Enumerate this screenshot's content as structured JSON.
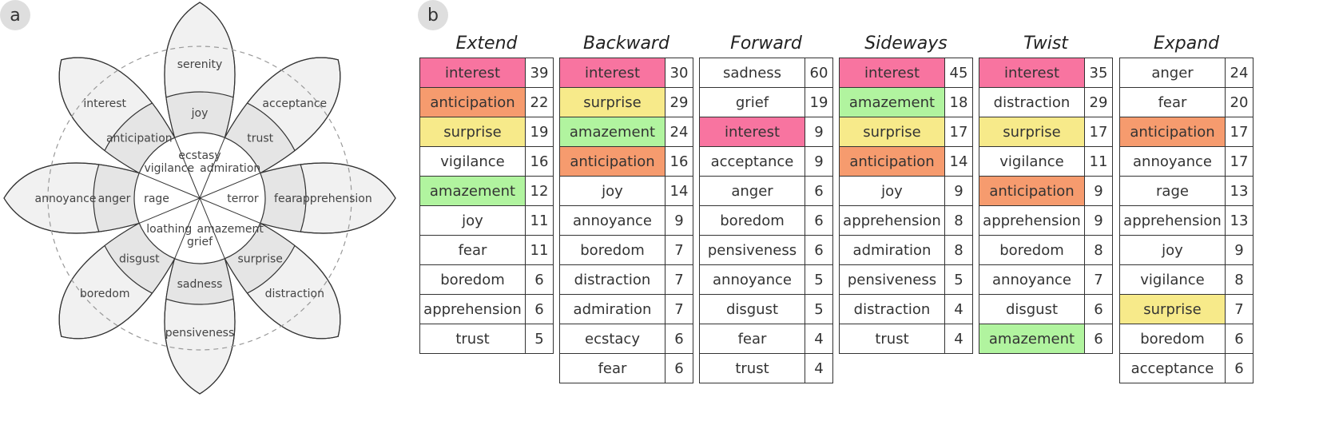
{
  "panel_a_label": "a",
  "panel_b_label": "b",
  "colors": {
    "interest": "#f874a0",
    "anticipation": "#f69b6e",
    "surprise": "#f7ea8a",
    "amazement": "#b1f49f",
    "petal_outer": "#f1f1f1",
    "petal_inner": "#e5e5e5",
    "stroke": "#333333",
    "dashed": "#999999"
  },
  "wheel": {
    "petals": [
      {
        "outer": "serenity",
        "middle": "joy",
        "inner": "ecstasy"
      },
      {
        "outer": "acceptance",
        "middle": "trust",
        "inner": "admiration"
      },
      {
        "outer": "apprehension",
        "middle": "fear",
        "inner": "terror"
      },
      {
        "outer": "distraction",
        "middle": "surprise",
        "inner": "amazement"
      },
      {
        "outer": "pensiveness",
        "middle": "sadness",
        "inner": "grief"
      },
      {
        "outer": "boredom",
        "middle": "disgust",
        "inner": "loathing"
      },
      {
        "outer": "annoyance",
        "middle": "anger",
        "inner": "rage"
      },
      {
        "outer": "interest",
        "middle": "anticipation",
        "inner": "vigilance"
      }
    ]
  },
  "tables": [
    {
      "title": "Extend",
      "rows": [
        {
          "word": "interest",
          "count": "39",
          "hl": "interest"
        },
        {
          "word": "anticipation",
          "count": "22",
          "hl": "anticipation"
        },
        {
          "word": "surprise",
          "count": "19",
          "hl": "surprise"
        },
        {
          "word": "vigilance",
          "count": "16",
          "hl": ""
        },
        {
          "word": "amazement",
          "count": "12",
          "hl": "amazement"
        },
        {
          "word": "joy",
          "count": "11",
          "hl": ""
        },
        {
          "word": "fear",
          "count": "11",
          "hl": ""
        },
        {
          "word": "boredom",
          "count": "6",
          "hl": ""
        },
        {
          "word": "apprehension",
          "count": "6",
          "hl": ""
        },
        {
          "word": "trust",
          "count": "5",
          "hl": ""
        }
      ]
    },
    {
      "title": "Backward",
      "rows": [
        {
          "word": "interest",
          "count": "30",
          "hl": "interest"
        },
        {
          "word": "surprise",
          "count": "29",
          "hl": "surprise"
        },
        {
          "word": "amazement",
          "count": "24",
          "hl": "amazement"
        },
        {
          "word": "anticipation",
          "count": "16",
          "hl": "anticipation"
        },
        {
          "word": "joy",
          "count": "14",
          "hl": ""
        },
        {
          "word": "annoyance",
          "count": "9",
          "hl": ""
        },
        {
          "word": "boredom",
          "count": "7",
          "hl": ""
        },
        {
          "word": "distraction",
          "count": "7",
          "hl": ""
        },
        {
          "word": "admiration",
          "count": "7",
          "hl": ""
        },
        {
          "word": "ecstacy",
          "count": "6",
          "hl": ""
        },
        {
          "word": "fear",
          "count": "6",
          "hl": ""
        }
      ]
    },
    {
      "title": "Forward",
      "rows": [
        {
          "word": "sadness",
          "count": "60",
          "hl": ""
        },
        {
          "word": "grief",
          "count": "19",
          "hl": ""
        },
        {
          "word": "interest",
          "count": "9",
          "hl": "interest"
        },
        {
          "word": "acceptance",
          "count": "9",
          "hl": ""
        },
        {
          "word": "anger",
          "count": "6",
          "hl": ""
        },
        {
          "word": "boredom",
          "count": "6",
          "hl": ""
        },
        {
          "word": "pensiveness",
          "count": "6",
          "hl": ""
        },
        {
          "word": "annoyance",
          "count": "5",
          "hl": ""
        },
        {
          "word": "disgust",
          "count": "5",
          "hl": ""
        },
        {
          "word": "fear",
          "count": "4",
          "hl": ""
        },
        {
          "word": "trust",
          "count": "4",
          "hl": ""
        }
      ]
    },
    {
      "title": "Sideways",
      "rows": [
        {
          "word": "interest",
          "count": "45",
          "hl": "interest"
        },
        {
          "word": "amazement",
          "count": "18",
          "hl": "amazement"
        },
        {
          "word": "surprise",
          "count": "17",
          "hl": "surprise"
        },
        {
          "word": "anticipation",
          "count": "14",
          "hl": "anticipation"
        },
        {
          "word": "joy",
          "count": "9",
          "hl": ""
        },
        {
          "word": "apprehension",
          "count": "8",
          "hl": ""
        },
        {
          "word": "admiration",
          "count": "8",
          "hl": ""
        },
        {
          "word": "pensiveness",
          "count": "5",
          "hl": ""
        },
        {
          "word": "distraction",
          "count": "4",
          "hl": ""
        },
        {
          "word": "trust",
          "count": "4",
          "hl": ""
        }
      ]
    },
    {
      "title": "Twist",
      "rows": [
        {
          "word": "interest",
          "count": "35",
          "hl": "interest"
        },
        {
          "word": "distraction",
          "count": "29",
          "hl": ""
        },
        {
          "word": "surprise",
          "count": "17",
          "hl": "surprise"
        },
        {
          "word": "vigilance",
          "count": "11",
          "hl": ""
        },
        {
          "word": "anticipation",
          "count": "9",
          "hl": "anticipation"
        },
        {
          "word": "apprehension",
          "count": "9",
          "hl": ""
        },
        {
          "word": "boredom",
          "count": "8",
          "hl": ""
        },
        {
          "word": "annoyance",
          "count": "7",
          "hl": ""
        },
        {
          "word": "disgust",
          "count": "6",
          "hl": ""
        },
        {
          "word": "amazement",
          "count": "6",
          "hl": "amazement"
        }
      ]
    },
    {
      "title": "Expand",
      "rows": [
        {
          "word": "anger",
          "count": "24",
          "hl": ""
        },
        {
          "word": "fear",
          "count": "20",
          "hl": ""
        },
        {
          "word": "anticipation",
          "count": "17",
          "hl": "anticipation"
        },
        {
          "word": "annoyance",
          "count": "17",
          "hl": ""
        },
        {
          "word": "rage",
          "count": "13",
          "hl": ""
        },
        {
          "word": "apprehension",
          "count": "13",
          "hl": ""
        },
        {
          "word": "joy",
          "count": "9",
          "hl": ""
        },
        {
          "word": "vigilance",
          "count": "8",
          "hl": ""
        },
        {
          "word": "surprise",
          "count": "7",
          "hl": "surprise"
        },
        {
          "word": "boredom",
          "count": "6",
          "hl": ""
        },
        {
          "word": "acceptance",
          "count": "6",
          "hl": ""
        }
      ]
    }
  ]
}
